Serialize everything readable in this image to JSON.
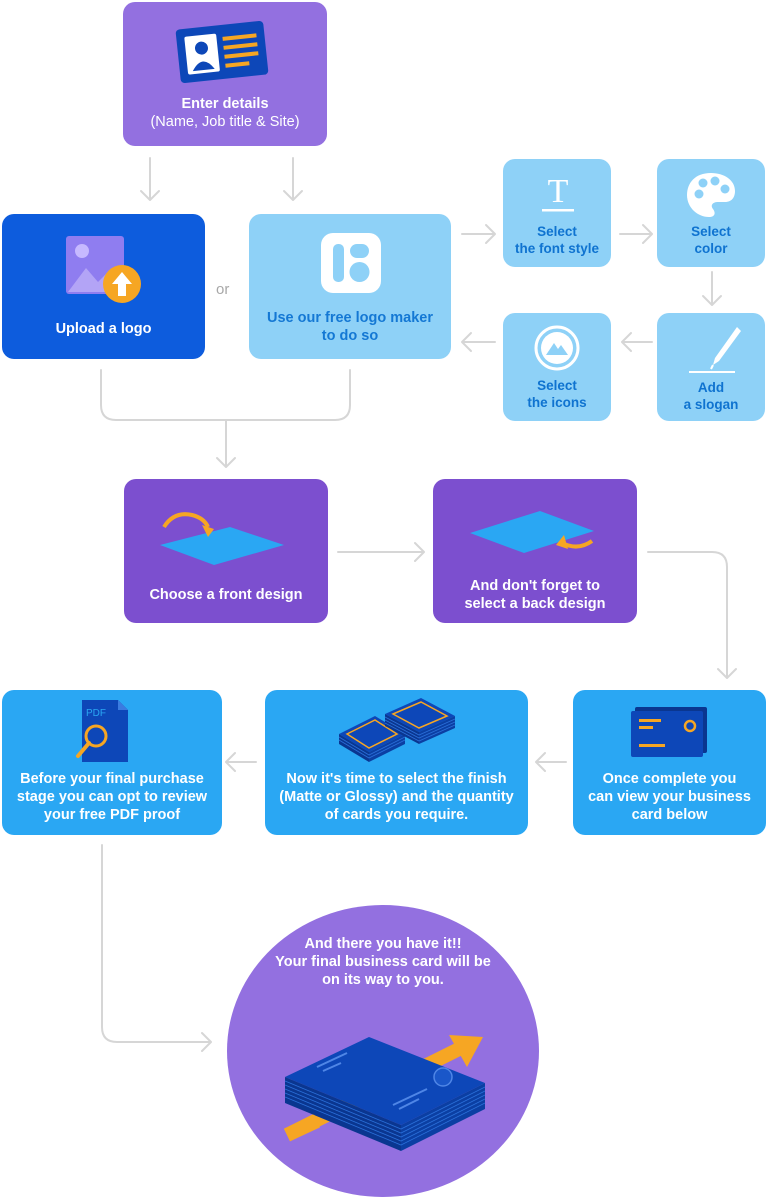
{
  "boxes": {
    "enter_details": {
      "title": "Enter details",
      "subtitle": "(Name, Job title & Site)"
    },
    "upload_logo": {
      "label": "Upload a logo"
    },
    "or_text": "or",
    "logo_maker": {
      "line1": "Use our free logo maker",
      "line2": "to do so"
    },
    "font_style": {
      "line1": "Select",
      "line2": "the font style"
    },
    "color": {
      "line1": "Select",
      "line2": "color"
    },
    "icons": {
      "line1": "Select",
      "line2": "the icons"
    },
    "slogan": {
      "line1": "Add",
      "line2": "a slogan"
    },
    "front_design": {
      "label": "Choose a front design"
    },
    "back_design": {
      "line1": "And don't forget to",
      "line2": "select a back design"
    },
    "view_card": {
      "line1": "Once complete you",
      "line2": "can view your business",
      "line3": "card below"
    },
    "finish": {
      "line1": "Now it's time to select the finish",
      "line2": "(Matte or Glossy) and the quantity",
      "line3": "of cards you require."
    },
    "review_proof": {
      "line1": "Before your final purchase",
      "line2": "stage you can opt to review",
      "line3": "your free PDF proof"
    },
    "final": {
      "line1": "And there you have it!!",
      "line2": "Your final business card will be",
      "line3": "on its way to you."
    }
  },
  "icons": {
    "pdf_label": "PDF"
  },
  "colors": {
    "purple_light": "#9370e0",
    "purple_dark": "#7c4fcf",
    "blue_dark": "#0d5cdd",
    "blue_light": "#8ed1f7",
    "blue_medium": "#2aa7f3",
    "orange": "#f6a623",
    "connector": "#d6d6d6"
  }
}
